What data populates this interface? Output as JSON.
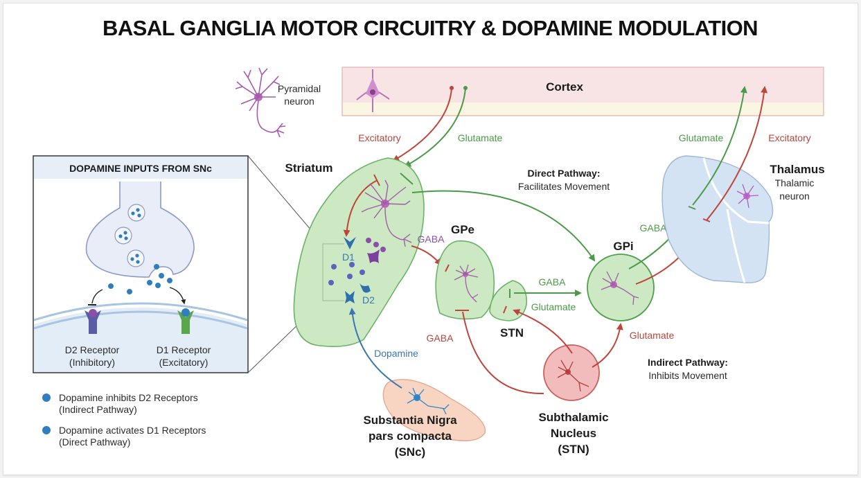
{
  "title": "BASAL GANGLIA MOTOR CIRCUITRY & DOPAMINE MODULATION",
  "colors": {
    "excitatory": "#c0443a",
    "glutamate": "#4a9a48",
    "gaba_purple": "#8b4fa8",
    "dopamine": "#3a76b0",
    "nucleus_fill": "#cde9c4",
    "stn_fill": "#f2bcbc",
    "thalamus_fill": "#d3e3f3",
    "snc_fill": "#f7d5c2",
    "cortex_fill": "#f8e4e4"
  },
  "cortex": {
    "label": "Cortex",
    "pyramidal_label_line1": "Pyramidal",
    "pyramidal_label_line2": "neuron"
  },
  "inset": {
    "header": "DOPAMINE INPUTS FROM SNc",
    "d2_line1": "D2 Receptor",
    "d2_line2": "(Inhibitory)",
    "d1_line1": "D1 Receptor",
    "d1_line2": "(Excitatory)"
  },
  "legend": [
    {
      "line1": "Dopamine inhibits D2 Receptors",
      "line2": "(Indirect Pathway)"
    },
    {
      "line1": "Dopamine activates D1 Receptors",
      "line2": "(Direct Pathway)"
    }
  ],
  "striatum": {
    "label": "Striatum",
    "d1": "D1",
    "d2": "D2"
  },
  "gpe": {
    "label": "GPe"
  },
  "gpi": {
    "label": "GPi"
  },
  "stn": {
    "label": "STN"
  },
  "thalamus": {
    "label": "Thalamus",
    "sub_line1": "Thalamic",
    "sub_line2": "neuron"
  },
  "snc": {
    "line1": "Substantia Nigra",
    "line2": "pars compacta",
    "line3": "(SNc)"
  },
  "stn_full": {
    "line1": "Subthalamic",
    "line2": "Nucleus",
    "line3": "(STN)"
  },
  "direct_pathway": {
    "title": "Direct Pathway:",
    "subtitle": "Facilitates Movement"
  },
  "indirect_pathway": {
    "title": "Indirect Pathway:",
    "subtitle": "Inhibits Movement"
  },
  "arrow_labels": {
    "cortex_excitatory": "Excitatory",
    "cortex_glutamate": "Glutamate",
    "thal_glutamate": "Glutamate",
    "thal_excitatory": "Excitatory",
    "striatum_gaba": "GABA",
    "gpi_gaba": "GABA",
    "gpe_stn_gaba": "GABA",
    "stn_glutamate": "Glutamate",
    "stn_gpe_gaba": "GABA",
    "stn_gpi_glutamate": "Glutamate",
    "dopamine": "Dopamine"
  }
}
